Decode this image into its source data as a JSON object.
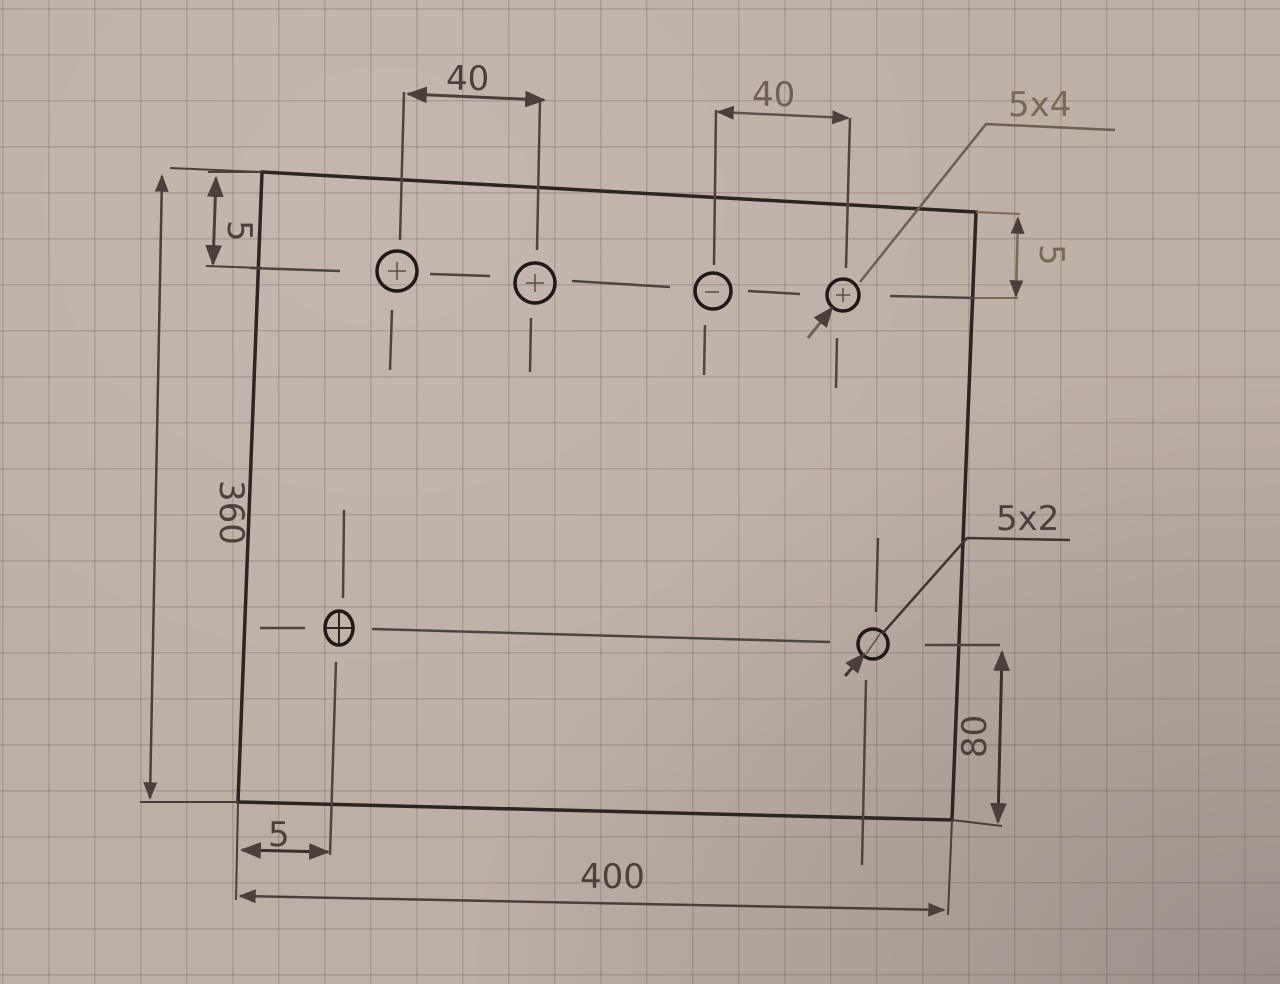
{
  "drawing": {
    "type": "hand-drawn technical sketch on graph paper",
    "plate": {
      "width_label": "400",
      "height_label": "360"
    },
    "dimensions": {
      "top_hole_pitch_left": "40",
      "top_hole_pitch_right": "40",
      "top_edge_offset_left": "5",
      "top_edge_offset_right": "5",
      "left_edge_offset_bottom": "5",
      "bottom_hole_height": "80",
      "overall_width": "400",
      "overall_height": "360"
    },
    "callouts": {
      "top_holes": "5x4",
      "bottom_holes": "5x2"
    },
    "holes": {
      "top_row_count": 4,
      "bottom_row_count": 2
    },
    "colors": {
      "paper": "#bcafa6",
      "grid": "#8f7f78",
      "ink": "#2c2522",
      "pencil": "#5a4d47"
    }
  }
}
